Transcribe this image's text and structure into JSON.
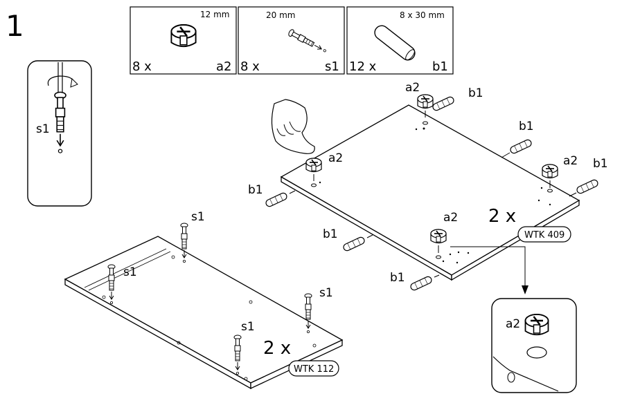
{
  "step": {
    "number": "1"
  },
  "parts": [
    {
      "size": "12 mm",
      "qty": "8 x",
      "code": "a2"
    },
    {
      "size": "20 mm",
      "qty": "8 x",
      "code": "s1"
    },
    {
      "size": "8 x 30 mm",
      "qty": "12 x",
      "code": "b1"
    }
  ],
  "inset_left": {
    "label": "s1"
  },
  "panel_top": {
    "multiplier": "2 x",
    "tag": "WTK 409",
    "labels": {
      "a2_1": "a2",
      "a2_2": "a2",
      "a2_3": "a2",
      "a2_4": "a2",
      "b1_1": "b1",
      "b1_2": "b1",
      "b1_3": "b1",
      "b1_4": "b1",
      "b1_5": "b1",
      "b1_6": "b1"
    }
  },
  "panel_bottom": {
    "multiplier": "2 x",
    "tag": "WTK 112",
    "labels": {
      "s1_1": "s1",
      "s1_2": "s1",
      "s1_3": "s1",
      "s1_4": "s1"
    }
  },
  "inset_right": {
    "label": "a2"
  }
}
